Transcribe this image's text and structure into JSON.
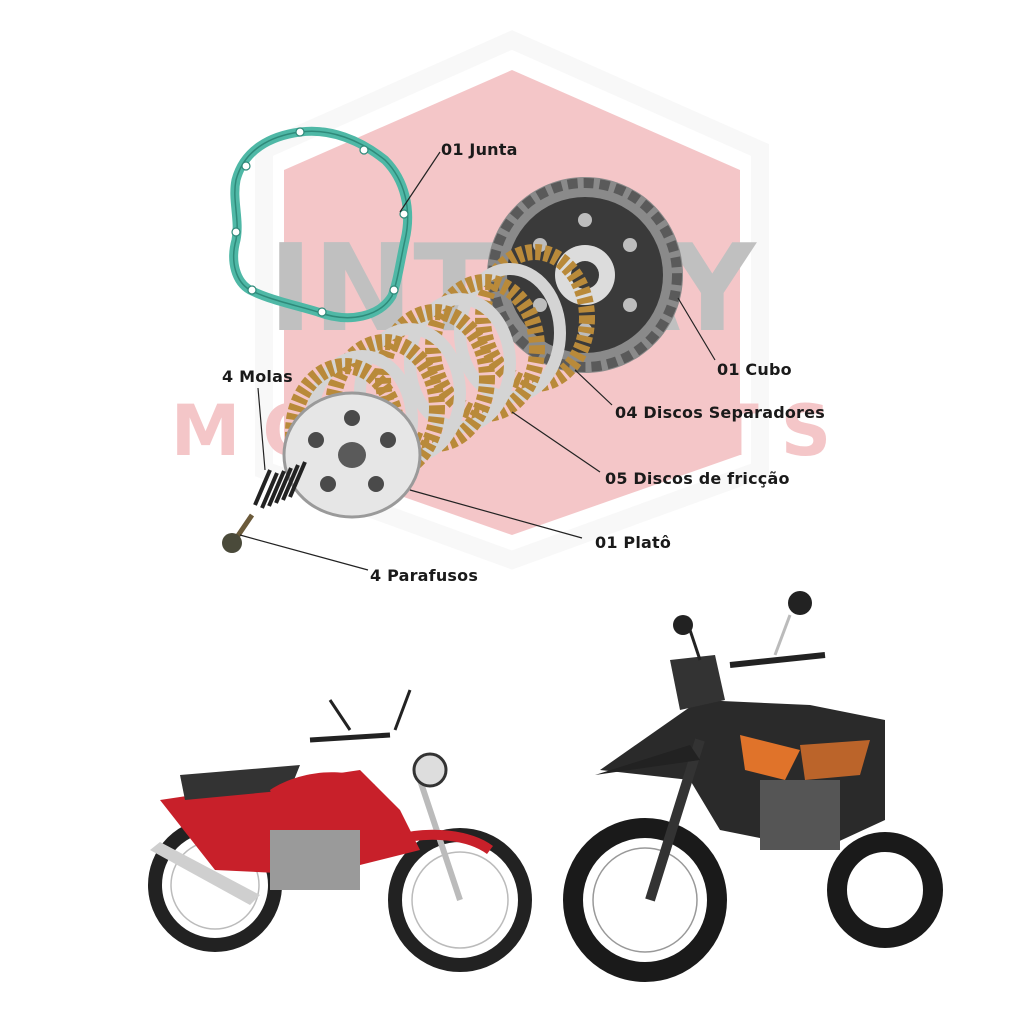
{
  "watermark": {
    "brand_word": "INTRAY",
    "brand_sub": "MOTOPARTS",
    "color": "#d9363e"
  },
  "labels": {
    "junta": "01 Junta",
    "cubo": "01 Cubo",
    "separadores": "04 Discos Separadores",
    "friccao": "05 Discos de fricção",
    "molas": "4 Molas",
    "plato": "01 Platô",
    "parafusos": "4 Parafusos"
  },
  "colors": {
    "gasket": "#4fb8a6",
    "friction_disc": "#b98a3a",
    "steel_disc": "#d4d4d4",
    "hub": "#3a3a3a",
    "red_bike": "#c8202a",
    "black_bike": "#2a2a2a",
    "orange_accent": "#e0732a"
  }
}
